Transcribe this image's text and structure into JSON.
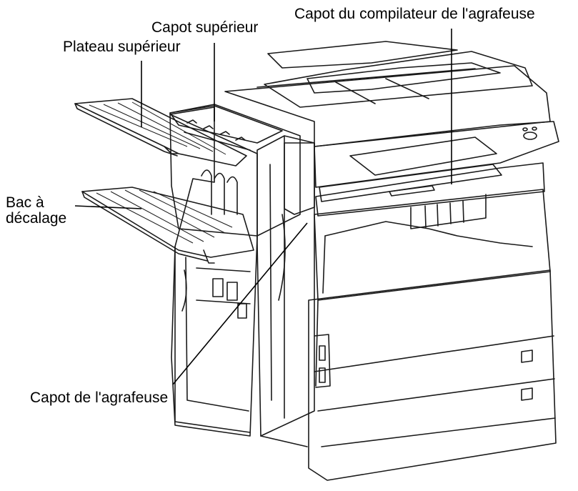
{
  "labels": {
    "capot_compilateur": "Capot du compilateur de l'agrafeuse",
    "capot_superieur": "Capot supérieur",
    "plateau_superieur": "Plateau supérieur",
    "bac_a_decalage": "Bac à\ndécalage",
    "capot_agrafeuse": "Capot de l'agrafeuse"
  },
  "colors": {
    "line": "#1a1a1a",
    "fill": "#ffffff"
  }
}
